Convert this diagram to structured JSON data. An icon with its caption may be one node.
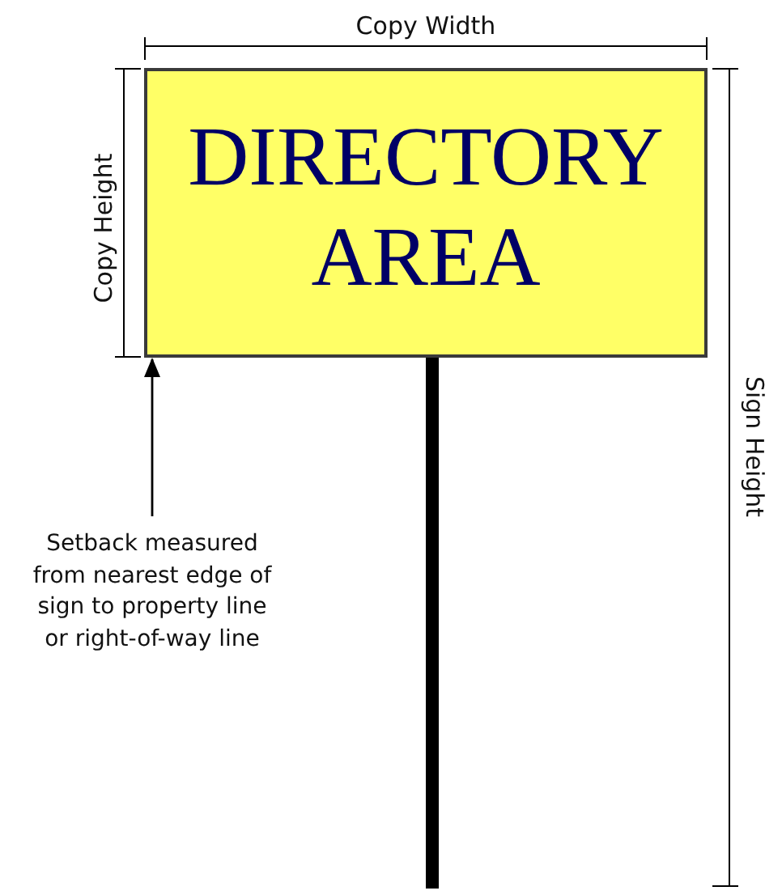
{
  "diagram": {
    "nodes": [
      {
        "text": [
          "DIRECTORY AREA"
        ]
      },
      {
        "text": [
          "Setback measured from nearest edge of sign to property line or right-of-way line"
        ]
      }
    ],
    "edges": [
      {
        "from": 1,
        "to": 0,
        "arrow": "to"
      }
    ],
    "labels": [
      "Copy Width",
      "Copy Height",
      "Sign Height"
    ]
  }
}
